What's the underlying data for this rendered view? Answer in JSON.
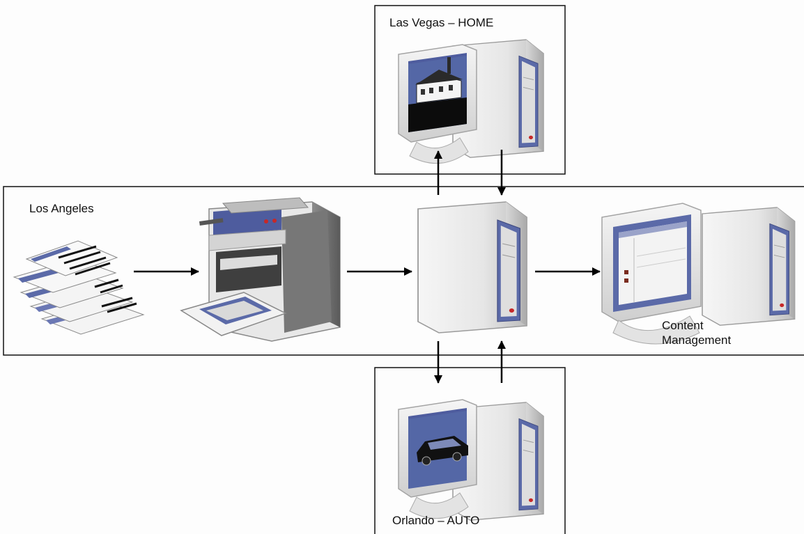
{
  "labels": {
    "las_vegas": "Las Vegas – HOME",
    "los_angeles": "Los Angeles",
    "orlando": "Orlando – AUTO",
    "content_line1": "Content",
    "content_line2": "Management"
  },
  "icons": {
    "documents": "document-stack-icon",
    "scanner": "document-scanner-icon",
    "server": "server-tower-icon",
    "workstation": "desktop-workstation-icon",
    "house": "house-image-icon",
    "car": "car-image-icon"
  },
  "colors": {
    "accent_blue": "#5b6aa8",
    "line": "#000000"
  }
}
